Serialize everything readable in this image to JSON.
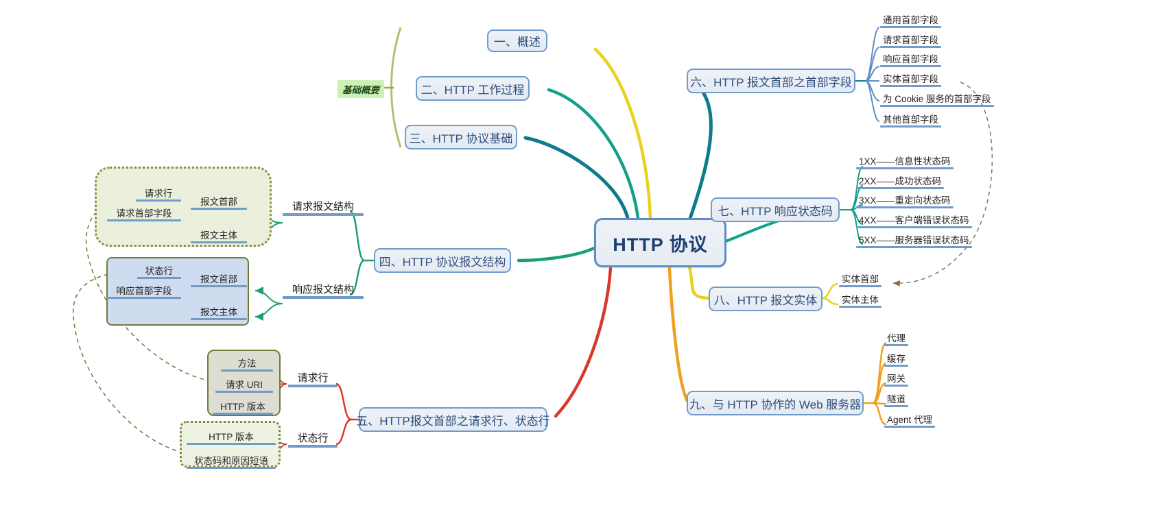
{
  "diagram": {
    "type": "mind-map",
    "title": "HTTP 协议",
    "central": {
      "label": "HTTP 协议"
    },
    "annotation": {
      "label": "基础概要"
    },
    "branches": [
      {
        "id": "b1",
        "label": "一、概述",
        "color": "#e8d21c",
        "children": []
      },
      {
        "id": "b2",
        "label": "二、HTTP 工作过程",
        "color": "#12a08a",
        "children": []
      },
      {
        "id": "b3",
        "label": "三、HTTP 协议基础",
        "color": "#0e7b8c",
        "children": []
      },
      {
        "id": "b4",
        "label": "四、HTTP 协议报文结构",
        "color": "#19a06e",
        "children": [
          {
            "label": "请求报文结构",
            "children": [
              {
                "label": "报文首部",
                "children": [
                  {
                    "label": "请求行"
                  },
                  {
                    "label": "请求首部字段"
                  }
                ]
              },
              {
                "label": "报文主体"
              }
            ]
          },
          {
            "label": "响应报文结构",
            "children": [
              {
                "label": "报文首部",
                "children": [
                  {
                    "label": "状态行"
                  },
                  {
                    "label": "响应首部字段"
                  }
                ]
              },
              {
                "label": "报文主体"
              }
            ]
          }
        ]
      },
      {
        "id": "b5",
        "label": "五、HTTP报文首部之请求行、状态行",
        "color": "#d8382a",
        "children": [
          {
            "label": "请求行",
            "children": [
              {
                "label": "方法"
              },
              {
                "label": "请求 URI"
              },
              {
                "label": "HTTP 版本"
              }
            ]
          },
          {
            "label": "状态行",
            "children": [
              {
                "label": "HTTP 版本"
              },
              {
                "label": "状态码和原因短语"
              }
            ]
          }
        ]
      },
      {
        "id": "b6",
        "label": "六、HTTP 报文首部之首部字段",
        "color": "#0e7b8c",
        "children": [
          {
            "label": "通用首部字段"
          },
          {
            "label": "请求首部字段"
          },
          {
            "label": "响应首部字段"
          },
          {
            "label": "实体首部字段"
          },
          {
            "label": "为 Cookie 服务的首部字段"
          },
          {
            "label": "其他首部字段"
          }
        ]
      },
      {
        "id": "b7",
        "label": "七、HTTP 响应状态码",
        "color": "#12a08a",
        "children": [
          {
            "label": "1XX——信息性状态码"
          },
          {
            "label": "2XX——成功状态码"
          },
          {
            "label": "3XX——重定向状态码"
          },
          {
            "label": "4XX——客户端错误状态码"
          },
          {
            "label": "5XX——服务器错误状态码"
          }
        ]
      },
      {
        "id": "b8",
        "label": "八、HTTP 报文实体",
        "color": "#e8d21c",
        "children": [
          {
            "label": "实体首部"
          },
          {
            "label": "实体主体"
          }
        ]
      },
      {
        "id": "b9",
        "label": "九、与 HTTP 协作的 Web 服务器",
        "color": "#f0a020",
        "children": [
          {
            "label": "代理"
          },
          {
            "label": "缓存"
          },
          {
            "label": "网关"
          },
          {
            "label": "隧道"
          },
          {
            "label": "Agent 代理"
          }
        ]
      }
    ],
    "relationships": [
      {
        "from": "请求行 (五)",
        "to": "请求行 (四)",
        "style": "dashed-arrow"
      },
      {
        "from": "状态行 (五)",
        "to": "状态行 (四)",
        "style": "dashed-arrow"
      },
      {
        "from": "实体首部字段 (六)",
        "to": "实体首部 (八)",
        "style": "dashed-arrow"
      }
    ],
    "colors": {
      "central_border": "#5b8ec4",
      "central_fill": "#e9eef5",
      "node_border": "#6f9bcb",
      "node_fill": "#e8eef6",
      "bar": "#6f9cc9",
      "highlight": "#cdf0b4",
      "cloud_fill": "#eaf0dc",
      "cloud_border": "#8a8c46",
      "response_frame_fill": "#cfdcef",
      "relation_line": "#8a6a3a"
    }
  }
}
